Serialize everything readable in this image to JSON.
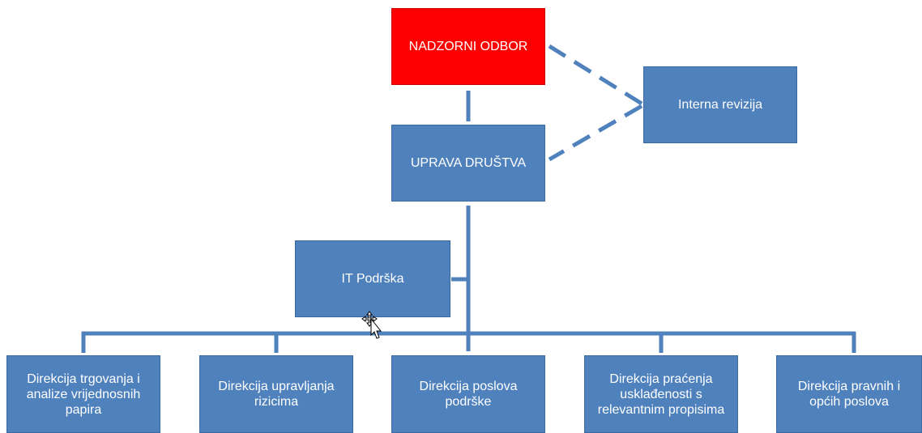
{
  "chart": {
    "board": "NADZORNI ODBOR",
    "management": "UPRAVA DRUŠTVA",
    "audit": "Interna revizija",
    "it": "IT Podrška",
    "directorates": [
      "Direkcija trgovanja i\nanalize vrijednosnih\npapira",
      "Direkcija upravljanja\nrizicima",
      "Direkcija poslova\npodrške",
      "Direkcija praćenja\nusklađenosti s\nrelevantnim propisima",
      "Direkcija pravnih i\nopćih poslova"
    ]
  },
  "colors": {
    "box": "#4f81bd",
    "box_highlight": "#ff0000",
    "text": "#ffffff"
  },
  "icons": {
    "cursor": "move-cursor-icon"
  }
}
